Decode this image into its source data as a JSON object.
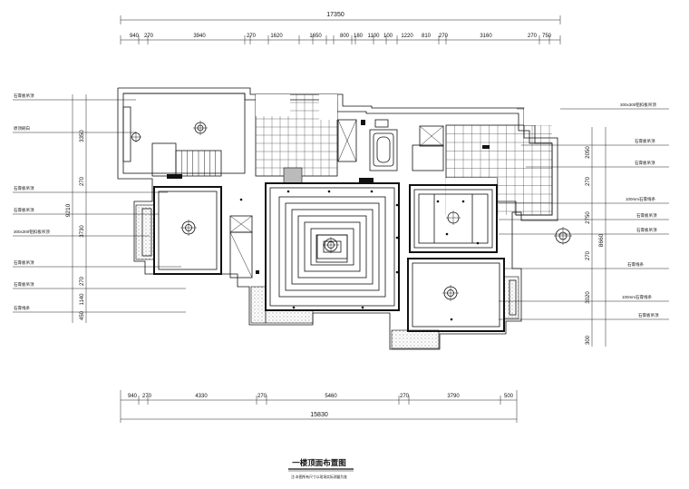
{
  "drawing": {
    "title": "一楼顶面布置图",
    "subtitle": "注:本图所有尺寸以现场实际测量为准"
  },
  "dimensions": {
    "top_total": "17350",
    "top_segments": [
      "940",
      "270",
      "3940",
      "270",
      "1620",
      "1650",
      "800",
      "180",
      "1100",
      "100",
      "1220",
      "810",
      "270",
      "3160",
      "270",
      "750"
    ],
    "bottom_total": "15830",
    "bottom_segments": [
      "940",
      "270",
      "4330",
      "270",
      "5460",
      "270",
      "3790",
      "500"
    ],
    "left_total": "9210",
    "left_segments": [
      "3350",
      "270",
      "3730",
      "270",
      "1140",
      "450"
    ],
    "right_total": "8660",
    "right_segments": [
      "2050",
      "270",
      "2750",
      "270",
      "3020",
      "300"
    ]
  },
  "left_labels": [
    "石膏板吊顶",
    "原顶刷白",
    "石膏板吊顶",
    "石膏板吊顶",
    "300x300铝扣板吊顶",
    "石膏板吊顶",
    "石膏板吊顶",
    "石膏线条"
  ],
  "right_labels": [
    "300x300铝扣板吊顶",
    "石膏板吊顶",
    "石膏板吊顶",
    "100mm石膏线条",
    "石膏板吊顶",
    "石膏板吊顶",
    "石膏线条",
    "100mm石膏线条",
    "石膏板吊顶"
  ],
  "colors": {
    "ink": "#111111",
    "paper": "#ffffff"
  }
}
